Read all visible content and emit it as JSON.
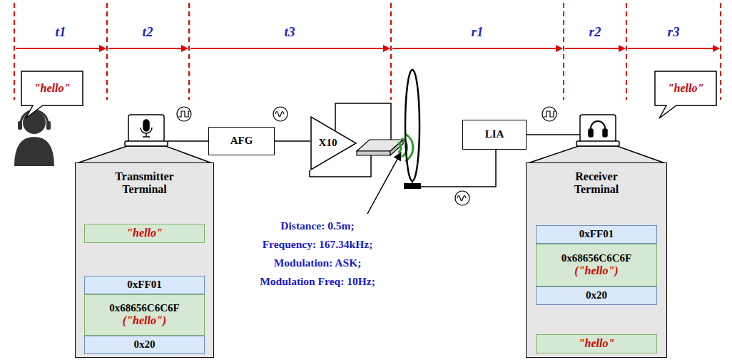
{
  "diagram": {
    "nodes": [
      {
        "text": [
          "\"hello\""
        ]
      },
      {
        "text": [
          "Transmitter Terminal"
        ]
      },
      {
        "text": [
          "\"hello\""
        ],
        "in": 1
      },
      {
        "text": [
          "0xFF01"
        ],
        "in": 1
      },
      {
        "text": [
          "0x68656C6C6F",
          "(\"hello\")"
        ],
        "in": 1
      },
      {
        "text": [
          "0x20"
        ],
        "in": 1
      },
      {
        "text": [
          "AFG"
        ]
      },
      {
        "text": [
          "X10"
        ]
      },
      {
        "text": [
          "LIA"
        ]
      },
      {
        "text": [
          "Receiver Terminal"
        ]
      },
      {
        "text": [
          "0xFF01"
        ],
        "in": 9
      },
      {
        "text": [
          "0x68656C6C6F",
          "(\"hello\")"
        ],
        "in": 9
      },
      {
        "text": [
          "0x20"
        ],
        "in": 9
      },
      {
        "text": [
          "\"hello\""
        ],
        "in": 9
      },
      {
        "text": [
          "\"hello\""
        ]
      }
    ],
    "edges": [
      {
        "from": 2,
        "to": 3,
        "arrow": "to"
      },
      {
        "from": 6,
        "to": 7,
        "arrow": "none"
      },
      {
        "from": 12,
        "to": 13,
        "arrow": "to"
      }
    ],
    "labels": [
      "t1",
      "t2",
      "t3",
      "r1",
      "r2",
      "r3",
      "Distance: 0.5m;",
      "Frequency: 167.34kHz;",
      "Modulation: ASK;",
      "Modulation Freq: 10Hz;"
    ]
  }
}
